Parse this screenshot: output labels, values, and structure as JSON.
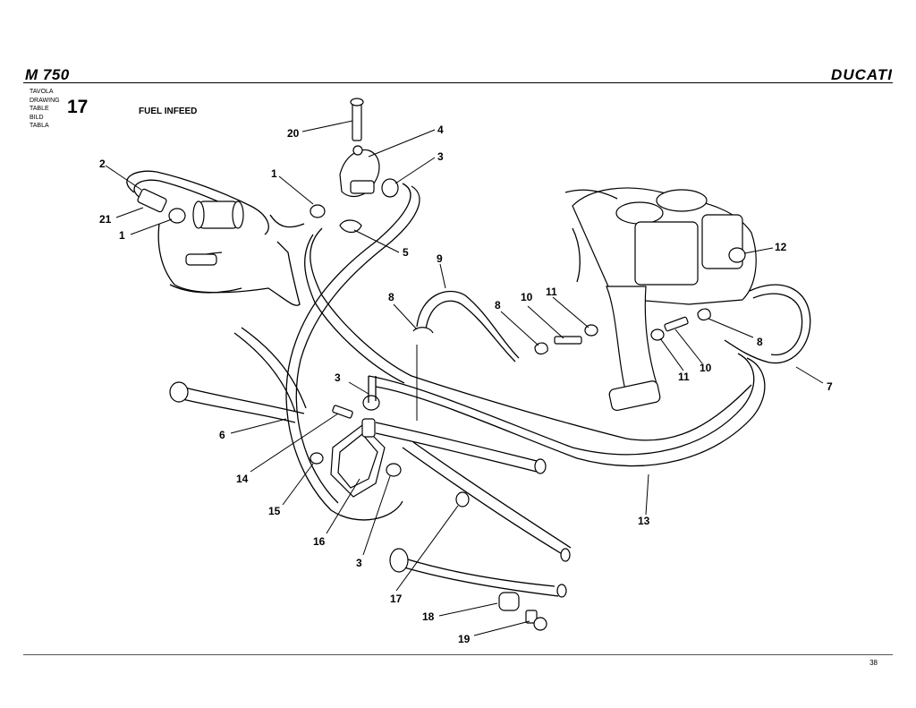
{
  "header": {
    "model": "M 750",
    "brand": "DUCATI",
    "table_words": [
      "TAVOLA",
      "DRAWING",
      "TABLE",
      "BILD",
      "TABLA"
    ],
    "table_number": "17",
    "title": "FUEL INFEED"
  },
  "footer": {
    "page_number": "38"
  },
  "callouts": [
    {
      "id": "c20",
      "label": "20"
    },
    {
      "id": "c4",
      "label": "4"
    },
    {
      "id": "c2",
      "label": "2"
    },
    {
      "id": "c1a",
      "label": "1"
    },
    {
      "id": "c3a",
      "label": "3"
    },
    {
      "id": "c21",
      "label": "21"
    },
    {
      "id": "c1b",
      "label": "1"
    },
    {
      "id": "c5",
      "label": "5"
    },
    {
      "id": "c9",
      "label": "9"
    },
    {
      "id": "c12",
      "label": "12"
    },
    {
      "id": "c8a",
      "label": "8"
    },
    {
      "id": "c8b",
      "label": "8"
    },
    {
      "id": "c10a",
      "label": "10"
    },
    {
      "id": "c11a",
      "label": "11"
    },
    {
      "id": "c8c",
      "label": "8"
    },
    {
      "id": "c3b",
      "label": "3"
    },
    {
      "id": "c11b",
      "label": "11"
    },
    {
      "id": "c10b",
      "label": "10"
    },
    {
      "id": "c7",
      "label": "7"
    },
    {
      "id": "c6",
      "label": "6"
    },
    {
      "id": "c14",
      "label": "14"
    },
    {
      "id": "c15",
      "label": "15"
    },
    {
      "id": "c13",
      "label": "13"
    },
    {
      "id": "c16",
      "label": "16"
    },
    {
      "id": "c3c",
      "label": "3"
    },
    {
      "id": "c17",
      "label": "17"
    },
    {
      "id": "c18",
      "label": "18"
    },
    {
      "id": "c19",
      "label": "19"
    }
  ]
}
